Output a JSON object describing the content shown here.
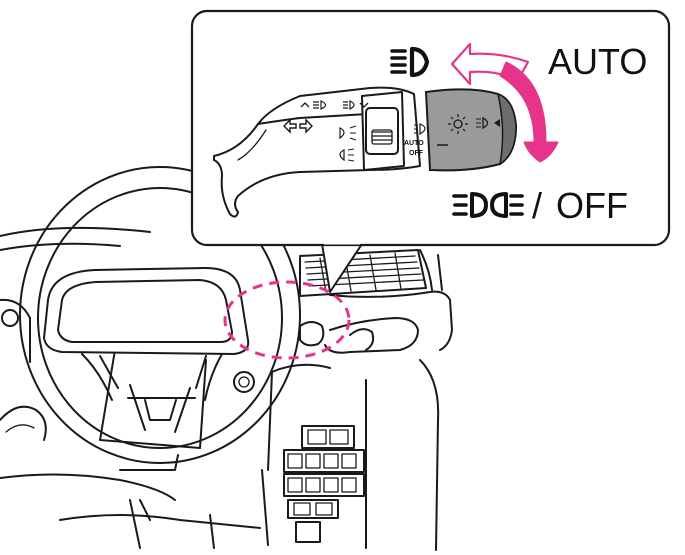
{
  "callout": {
    "auto_label": "AUTO",
    "off_label": "OFF",
    "separator": "/",
    "stalk_auto_label": "AUTO",
    "stalk_off_label": "OFF"
  },
  "icons": [
    "headlight-icon",
    "rotate-arrow-icon",
    "sidelight-icon",
    "sun-sensor-icon",
    "turn-signal-arrows-icon",
    "fog-light-icon"
  ],
  "colors": {
    "accent": "#e6348a",
    "stalk_grey": "#9a9a9a",
    "line": "#1a1a1a"
  }
}
